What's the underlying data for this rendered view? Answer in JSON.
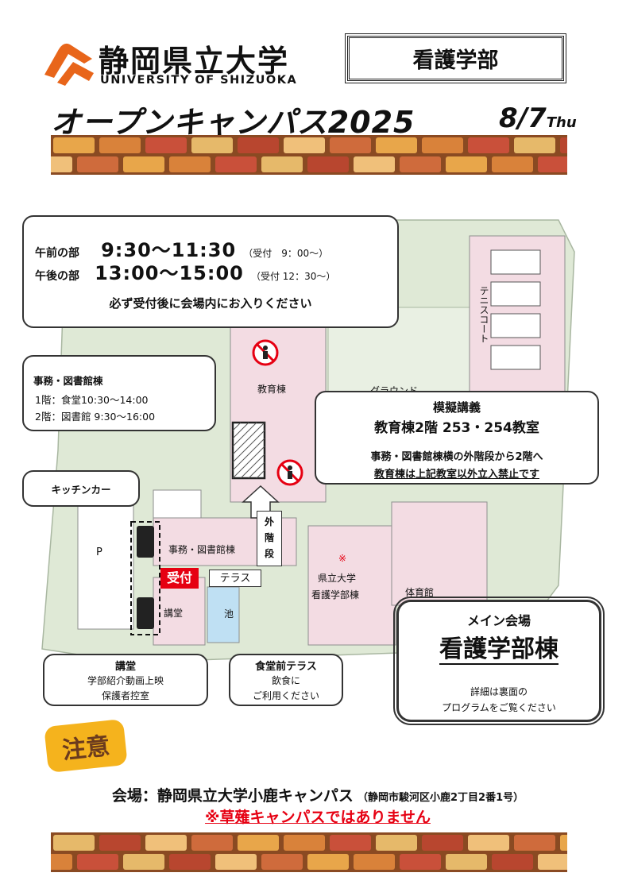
{
  "header": {
    "logo_jp": "静岡県立大学",
    "logo_en": "UNIVERSITY OF SHIZUOKA",
    "department": "看護学部",
    "title": "オープンキャンパス2025",
    "date": "8/7",
    "weekday": "Thu"
  },
  "schedule": {
    "am_label": "午前の部",
    "am_time": "9:30〜11:30",
    "am_reception": "（受付　9：00〜）",
    "pm_label": "午後の部",
    "pm_time": "13:00〜15:00",
    "pm_reception": "（受付 12：30〜）",
    "notice": "必ず受付後に会場内にお入りください"
  },
  "library_building": {
    "title": "事務・図書館棟",
    "floor1": "1階：食堂10:30〜14:00",
    "floor2": "2階：図書館 9:30〜16:00"
  },
  "kitchen_car": "キッチンカー",
  "mock_lecture": {
    "title": "模擬講義",
    "rooms": "教育棟2階 253・254教室",
    "note1": "事務・図書館棟横の外階段から2階へ",
    "note2": "教育棟は上記教室以外立入禁止です"
  },
  "map": {
    "education": "教育棟",
    "ground": "グラウンド",
    "tennis": "テニスコート",
    "parking": "P",
    "office_library": "事務・図書館棟",
    "reception": "受付",
    "terrace": "テラス",
    "auditorium": "講堂",
    "pond": "池",
    "nursing_line1": "県立大学",
    "nursing_line2": "看護学部棟",
    "nursing_mark": "※",
    "gym": "体育館",
    "stairs": [
      "外",
      "階",
      "段"
    ]
  },
  "auditorium_box": {
    "title": "講堂",
    "line1": "学部紹介動画上映",
    "line2": "保護者控室"
  },
  "terrace_box": {
    "title": "食堂前テラス",
    "line1": "飲食に",
    "line2": "ご利用ください"
  },
  "main_venue": {
    "title": "メイン会場",
    "name": "看護学部棟",
    "line1": "詳細は裏面の",
    "line2": "プログラムをご覧ください"
  },
  "caution": {
    "badge": "注意",
    "venue": "会場：静岡県立大学小鹿キャンパス",
    "address": "（静岡市駿河区小鹿2丁目2番1号）",
    "warning": "※草薙キャンパスではありません"
  },
  "colors": {
    "brand_orange": "#e8651a",
    "map_green": "#dfe9d6",
    "building_pink": "#f3dce3",
    "reception_red": "#e60012",
    "warning_red": "#e60012"
  }
}
